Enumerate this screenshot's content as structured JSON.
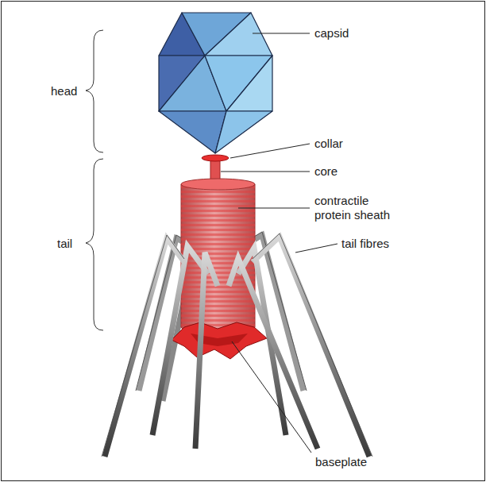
{
  "diagram": {
    "labels": [
      "head",
      "tail",
      "capsid",
      "collar",
      "core",
      "contractile protein sheath",
      "tail fibres",
      "baseplate"
    ]
  }
}
